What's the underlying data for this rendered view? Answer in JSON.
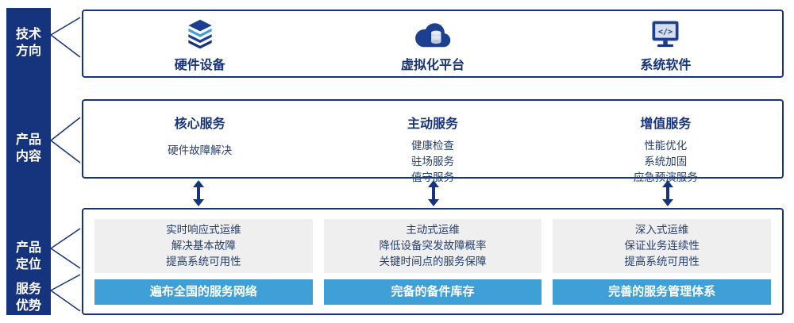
{
  "colors": {
    "navy": "#16337E",
    "navy-mid": "#1D3F8F",
    "accent-blue": "#3FA0D8",
    "panel-gray": "#EFEFEF",
    "text-dark": "#26406F"
  },
  "sidebar": {
    "groups": [
      {
        "line1": "技术",
        "line2": "方向"
      },
      {
        "line1": "产品",
        "line2": "内容"
      },
      {
        "line1": "产品",
        "line2": "定位"
      },
      {
        "line1": "服务",
        "line2": "优势"
      }
    ]
  },
  "tech_row": {
    "items": [
      {
        "icon": "server-stack-icon",
        "label": "硬件设备"
      },
      {
        "icon": "cloud-platform-icon",
        "label": "虚拟化平台"
      },
      {
        "icon": "system-software-icon",
        "label": "系统软件"
      }
    ]
  },
  "services_row": {
    "columns": [
      {
        "title": "核心服务",
        "items": [
          "硬件故障解决"
        ]
      },
      {
        "title": "主动服务",
        "items": [
          "健康检查",
          "驻场服务",
          "值守服务"
        ]
      },
      {
        "title": "增值服务",
        "items": [
          "性能优化",
          "系统加固",
          "应急预演服务"
        ]
      }
    ]
  },
  "positioning_row": {
    "columns": [
      {
        "points": [
          "实时响应式运维",
          "解决基本故障",
          "提高系统可用性"
        ],
        "advantage": "遍布全国的服务网络"
      },
      {
        "points": [
          "主动式运维",
          "降低设备突发故障概率",
          "关键时间点的服务保障"
        ],
        "advantage": "完备的备件库存"
      },
      {
        "points": [
          "深入式运维",
          "保证业务连续性",
          "提高系统可用性"
        ],
        "advantage": "完善的服务管理体系"
      }
    ]
  }
}
